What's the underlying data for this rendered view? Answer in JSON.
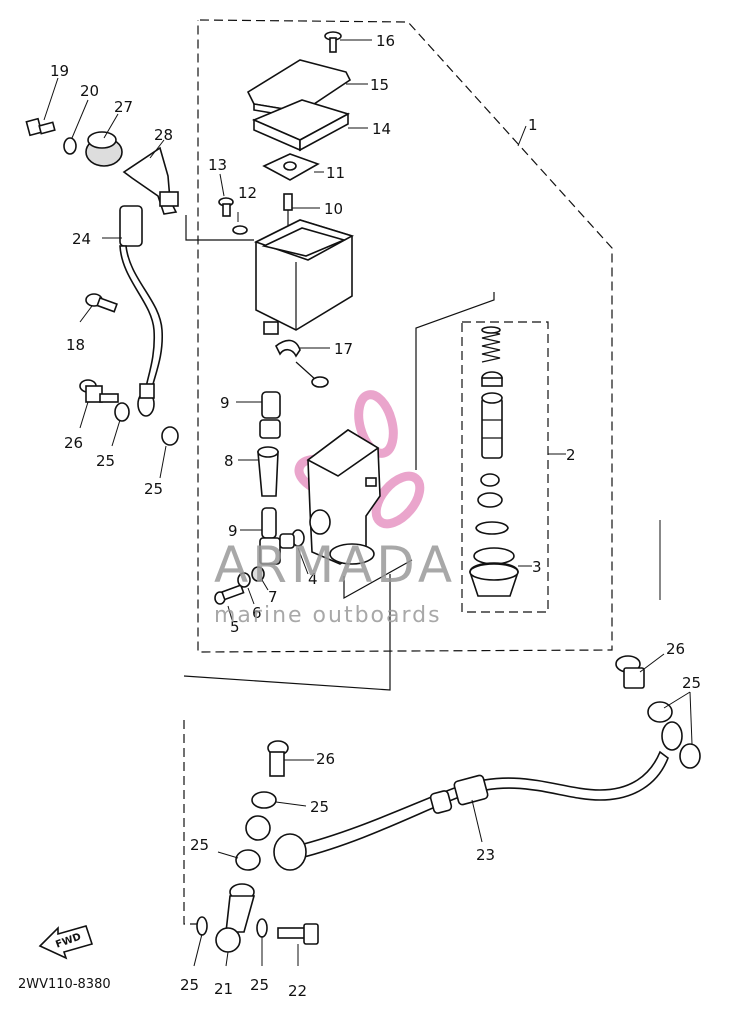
{
  "diagram": {
    "drawing_code": "2WV110-8380",
    "callouts": [
      {
        "id": "c1",
        "label": "1"
      },
      {
        "id": "c2",
        "label": "2"
      },
      {
        "id": "c3",
        "label": "3"
      },
      {
        "id": "c4",
        "label": "4"
      },
      {
        "id": "c5",
        "label": "5"
      },
      {
        "id": "c6",
        "label": "6"
      },
      {
        "id": "c7",
        "label": "7"
      },
      {
        "id": "c8",
        "label": "8"
      },
      {
        "id": "c9a",
        "label": "9"
      },
      {
        "id": "c9b",
        "label": "9"
      },
      {
        "id": "c10",
        "label": "10"
      },
      {
        "id": "c11",
        "label": "11"
      },
      {
        "id": "c12",
        "label": "12"
      },
      {
        "id": "c13",
        "label": "13"
      },
      {
        "id": "c14",
        "label": "14"
      },
      {
        "id": "c15",
        "label": "15"
      },
      {
        "id": "c16",
        "label": "16"
      },
      {
        "id": "c17",
        "label": "17"
      },
      {
        "id": "c18",
        "label": "18"
      },
      {
        "id": "c19",
        "label": "19"
      },
      {
        "id": "c20",
        "label": "20"
      },
      {
        "id": "c21",
        "label": "21"
      },
      {
        "id": "c22",
        "label": "22"
      },
      {
        "id": "c23",
        "label": "23"
      },
      {
        "id": "c24",
        "label": "24"
      },
      {
        "id": "c25a",
        "label": "25"
      },
      {
        "id": "c25b",
        "label": "25"
      },
      {
        "id": "c25c",
        "label": "25"
      },
      {
        "id": "c25d",
        "label": "25"
      },
      {
        "id": "c25e",
        "label": "25"
      },
      {
        "id": "c25f",
        "label": "25"
      },
      {
        "id": "c25g",
        "label": "25"
      },
      {
        "id": "c26a",
        "label": "26"
      },
      {
        "id": "c26b",
        "label": "26"
      },
      {
        "id": "c26c",
        "label": "26"
      },
      {
        "id": "c27",
        "label": "27"
      },
      {
        "id": "c28",
        "label": "28"
      }
    ],
    "fwd_arrow_label": "FWD"
  },
  "watermark": {
    "brand": "ARMADA",
    "tagline": "marine outboards",
    "color": "#e58fc0",
    "text_color": "#9a9a9a"
  }
}
